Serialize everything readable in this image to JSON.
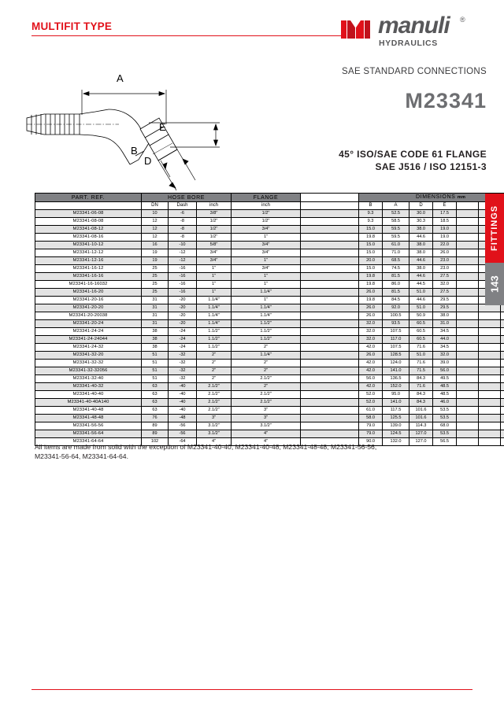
{
  "header": {
    "title": "MULTIFIT TYPE",
    "logo_word": "manuli",
    "logo_reg": "®",
    "logo_sub": "HYDRAULICS"
  },
  "product": {
    "standard_line": "SAE STANDARD CONNECTIONS",
    "code": "M23341",
    "description_line1": "45° ISO/SAE CODE 61 FLANGE",
    "description_line2": "SAE J516 / ISO 12151-3"
  },
  "drawing": {
    "label_a": "A",
    "label_b": "B",
    "label_d": "D",
    "label_e": "E"
  },
  "table": {
    "group_headers": {
      "part_ref": "PART. REF.",
      "hose_bore": "HOSE BORE",
      "flange": "FLANGE",
      "blank": "",
      "dimensions": "DIMENSIONS",
      "dimensions_unit": "mm"
    },
    "sub_headers": {
      "part_ref": "",
      "dn": "DN",
      "dash": "Dash",
      "bore_inch": "inch",
      "flange_inch": "inch",
      "spacer": "",
      "b": "B",
      "a": "A",
      "d": "D",
      "e": "E",
      "x1": "",
      "x2": "",
      "x3": ""
    },
    "rows": [
      {
        "part": "M23341-06-08",
        "dn": "10",
        "dash": "-6",
        "bore": "3/8\"",
        "flange": "1/2\"",
        "b": "9.3",
        "a": "52.5",
        "d": "30.0",
        "e": "17.5"
      },
      {
        "part": "M23341-08-08",
        "dn": "12",
        "dash": "-8",
        "bore": "1/2\"",
        "flange": "1/2\"",
        "b": "9.3",
        "a": "58.5",
        "d": "30.3",
        "e": "18.5"
      },
      {
        "part": "M23341-08-12",
        "dn": "12",
        "dash": "-8",
        "bore": "1/2\"",
        "flange": "3/4\"",
        "b": "15.0",
        "a": "59.5",
        "d": "38.0",
        "e": "19.0"
      },
      {
        "part": "M23341-08-16",
        "dn": "12",
        "dash": "-8",
        "bore": "1/2\"",
        "flange": "1\"",
        "b": "19.8",
        "a": "59.5",
        "d": "44.6",
        "e": "19.0"
      },
      {
        "part": "M23341-10-12",
        "dn": "16",
        "dash": "-10",
        "bore": "5/8\"",
        "flange": "3/4\"",
        "b": "15.0",
        "a": "61.0",
        "d": "38.0",
        "e": "22.0"
      },
      {
        "part": "M23341-12-12",
        "dn": "19",
        "dash": "-12",
        "bore": "3/4\"",
        "flange": "3/4\"",
        "b": "15.0",
        "a": "71.0",
        "d": "38.0",
        "e": "26.0"
      },
      {
        "part": "M23341-12-16",
        "dn": "19",
        "dash": "-12",
        "bore": "3/4\"",
        "flange": "1\"",
        "b": "20.0",
        "a": "68.5",
        "d": "44.6",
        "e": "23.0"
      },
      {
        "part": "M23341-16-12",
        "dn": "25",
        "dash": "-16",
        "bore": "1\"",
        "flange": "3/4\"",
        "b": "15.0",
        "a": "74.5",
        "d": "38.0",
        "e": "23.0"
      },
      {
        "part": "M23341-16-16",
        "dn": "25",
        "dash": "-16",
        "bore": "1\"",
        "flange": "1\"",
        "b": "19.8",
        "a": "81.5",
        "d": "44.6",
        "e": "27.5"
      },
      {
        "part": "M23341-16-16032",
        "dn": "25",
        "dash": "-16",
        "bore": "1\"",
        "flange": "1\"",
        "b": "19.8",
        "a": "86.0",
        "d": "44.5",
        "e": "32.0"
      },
      {
        "part": "M23341-16-20",
        "dn": "25",
        "dash": "-16",
        "bore": "1\"",
        "flange": "1.1/4\"",
        "b": "26.0",
        "a": "81.5",
        "d": "51.0",
        "e": "27.5"
      },
      {
        "part": "M23341-20-16",
        "dn": "31",
        "dash": "-20",
        "bore": "1.1/4\"",
        "flange": "1\"",
        "b": "19.8",
        "a": "84.5",
        "d": "44.6",
        "e": "29.5"
      },
      {
        "part": "M23341-20-20",
        "dn": "31",
        "dash": "-20",
        "bore": "1.1/4\"",
        "flange": "1.1/4\"",
        "b": "26.0",
        "a": "92.0",
        "d": "51.0",
        "e": "29.5"
      },
      {
        "part": "M23341-20-20038",
        "dn": "31",
        "dash": "-20",
        "bore": "1.1/4\"",
        "flange": "1.1/4\"",
        "b": "26.0",
        "a": "100.5",
        "d": "50.9",
        "e": "38.0"
      },
      {
        "part": "M23341-20-24",
        "dn": "31",
        "dash": "-20",
        "bore": "1.1/4\"",
        "flange": "1.1/2\"",
        "b": "32.0",
        "a": "93.5",
        "d": "60.5",
        "e": "31.0"
      },
      {
        "part": "M23341-24-24",
        "dn": "38",
        "dash": "-24",
        "bore": "1.1/2\"",
        "flange": "1.1/2\"",
        "b": "32.0",
        "a": "107.5",
        "d": "60.5",
        "e": "34.5"
      },
      {
        "part": "M23341-24-24044",
        "dn": "38",
        "dash": "-24",
        "bore": "1.1/2\"",
        "flange": "1.1/2\"",
        "b": "32.0",
        "a": "117.0",
        "d": "60.5",
        "e": "44.0"
      },
      {
        "part": "M23341-24-32",
        "dn": "38",
        "dash": "-24",
        "bore": "1.1/2\"",
        "flange": "2\"",
        "b": "42.0",
        "a": "107.5",
        "d": "71.6",
        "e": "34.5"
      },
      {
        "part": "M23341-32-20",
        "dn": "51",
        "dash": "-32",
        "bore": "2\"",
        "flange": "1.1/4\"",
        "b": "26.0",
        "a": "128.5",
        "d": "51.0",
        "e": "32.0"
      },
      {
        "part": "M23341-32-32",
        "dn": "51",
        "dash": "-32",
        "bore": "2\"",
        "flange": "2\"",
        "b": "42.0",
        "a": "124.0",
        "d": "71.6",
        "e": "39.0"
      },
      {
        "part": "M23341-32-32056",
        "dn": "51",
        "dash": "-32",
        "bore": "2\"",
        "flange": "2\"",
        "b": "42.0",
        "a": "141.0",
        "d": "71.5",
        "e": "56.0"
      },
      {
        "part": "M23341-32-40",
        "dn": "51",
        "dash": "-32",
        "bore": "2\"",
        "flange": "2.1/2\"",
        "b": "56.0",
        "a": "136.5",
        "d": "84.3",
        "e": "49.5"
      },
      {
        "part": "M23341-40-32",
        "dn": "63",
        "dash": "-40",
        "bore": "2.1/2\"",
        "flange": "2\"",
        "b": "42.0",
        "a": "152.0",
        "d": "71.6",
        "e": "48.5"
      },
      {
        "part": "M23341-40-40",
        "dn": "63",
        "dash": "-40",
        "bore": "2.1/2\"",
        "flange": "2.1/2\"",
        "b": "52.0",
        "a": "95.0",
        "d": "84.3",
        "e": "48.5"
      },
      {
        "part": "M23341-40-40A140",
        "dn": "63",
        "dash": "-40",
        "bore": "2.1/2\"",
        "flange": "2.1/2\"",
        "b": "52.0",
        "a": "141.0",
        "d": "84.3",
        "e": "46.0"
      },
      {
        "part": "M23341-40-48",
        "dn": "63",
        "dash": "-40",
        "bore": "2.1/2\"",
        "flange": "3\"",
        "b": "61.0",
        "a": "117.5",
        "d": "101.6",
        "e": "53.5"
      },
      {
        "part": "M23341-48-48",
        "dn": "76",
        "dash": "-48",
        "bore": "3\"",
        "flange": "3\"",
        "b": "58.0",
        "a": "125.5",
        "d": "101.6",
        "e": "53.5"
      },
      {
        "part": "M23341-56-56",
        "dn": "89",
        "dash": "-56",
        "bore": "3.1/2\"",
        "flange": "3.1/2\"",
        "b": "79.0",
        "a": "139.0",
        "d": "114.3",
        "e": "68.0"
      },
      {
        "part": "M23341-56-64",
        "dn": "89",
        "dash": "-56",
        "bore": "3.1/2\"",
        "flange": "4\"",
        "b": "79.0",
        "a": "124.5",
        "d": "127.0",
        "e": "53.5"
      },
      {
        "part": "M23341-64-64",
        "dn": "102",
        "dash": "-64",
        "bore": "4\"",
        "flange": "4\"",
        "b": "90.0",
        "a": "132.0",
        "d": "127.0",
        "e": "56.5"
      }
    ]
  },
  "footnote": {
    "line1": "All items are made from solid with the exception of M23341-40-40, M23341-40-48, M23341-48-48, M23341-56-56,",
    "line2": "M23341-56-64, M23341-64-64."
  },
  "side_tab": {
    "section": "FITTINGS",
    "page_number": "143"
  },
  "colors": {
    "brand_red": "#e1111a",
    "header_gray": "#808184",
    "row_alt": "#e3e3e3"
  }
}
